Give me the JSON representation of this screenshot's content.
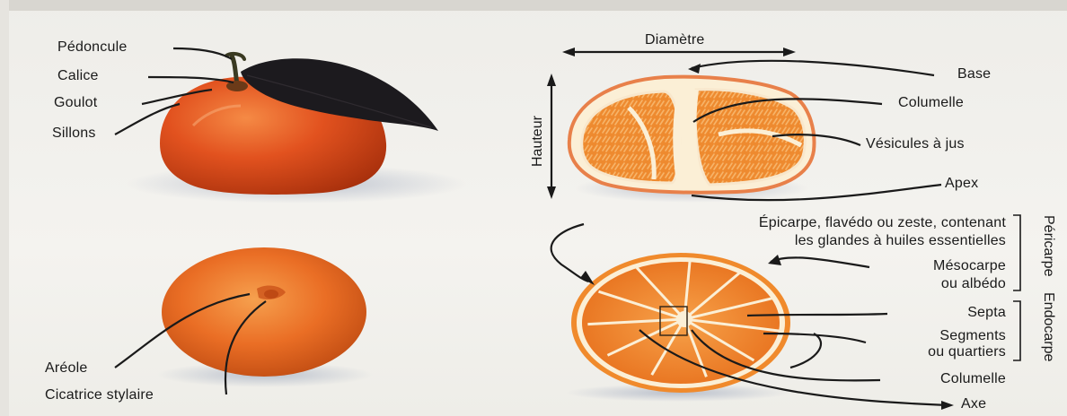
{
  "labels": {
    "pedoncule": "Pédoncule",
    "calice": "Calice",
    "goulot": "Goulot",
    "sillons": "Sillons",
    "areole": "Aréole",
    "cicatrice": "Cicatrice stylaire",
    "diametre": "Diamètre",
    "hauteur": "Hauteur",
    "base": "Base",
    "columelle_top": "Columelle",
    "vesicules": "Vésicules à jus",
    "apex": "Apex",
    "epicarpe_line1": "Épicarpe, flavédo ou zeste, contenant",
    "epicarpe_line2": "les glandes à huiles essentielles",
    "mesocarpe_line1": "Mésocarpe",
    "mesocarpe_line2": "ou albédo",
    "septa": "Septa",
    "segments_line1": "Segments",
    "segments_line2": "ou quartiers",
    "columelle_bottom": "Columelle",
    "axe": "Axe",
    "pericarpe": "Péricarpe",
    "endocarpe": "Endocarpe"
  },
  "colors": {
    "peel": "#e2521f",
    "peel_dark": "#b8340f",
    "leaf": "#1c1a1e",
    "flesh": "#f08a2c",
    "albedo": "#fbefd6",
    "ink": "#1a1a1a"
  },
  "icons": [
    "whole-mandarin-top",
    "whole-mandarin-bottom",
    "mandarin-vertical-section",
    "mandarin-cross-section"
  ]
}
